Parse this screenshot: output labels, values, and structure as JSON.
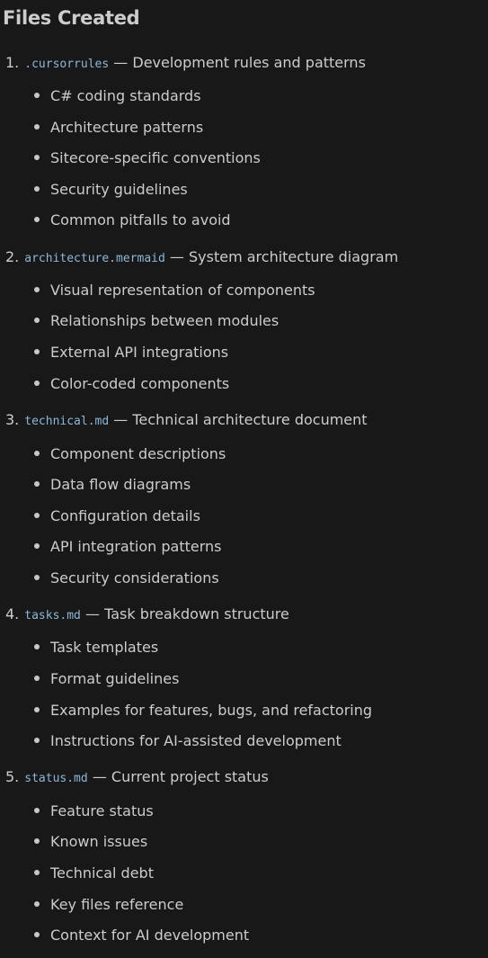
{
  "title": "Files Created",
  "items": [
    {
      "number": "1.",
      "file": ".cursorrules",
      "description": "— Development rules and patterns",
      "bullets": [
        "C# coding standards",
        "Architecture patterns",
        "Sitecore-specific conventions",
        "Security guidelines",
        "Common pitfalls to avoid"
      ]
    },
    {
      "number": "2.",
      "file": "architecture.mermaid",
      "description": "— System architecture diagram",
      "bullets": [
        "Visual representation of components",
        "Relationships between modules",
        "External API integrations",
        "Color-coded components"
      ]
    },
    {
      "number": "3.",
      "file": "technical.md",
      "description": "— Technical architecture document",
      "bullets": [
        "Component descriptions",
        "Data flow diagrams",
        "Configuration details",
        "API integration patterns",
        "Security considerations"
      ]
    },
    {
      "number": "4.",
      "file": "tasks.md",
      "description": "— Task breakdown structure",
      "bullets": [
        "Task templates",
        "Format guidelines",
        "Examples for features, bugs, and refactoring",
        "Instructions for AI-assisted development"
      ]
    },
    {
      "number": "5.",
      "file": "status.md",
      "description": "— Current project status",
      "bullets": [
        "Feature status",
        "Known issues",
        "Technical debt",
        "Key files reference",
        "Context for AI development"
      ]
    }
  ],
  "colors": {
    "background": "#181818",
    "text": "#cccccc",
    "code": "#8bb8d8"
  }
}
